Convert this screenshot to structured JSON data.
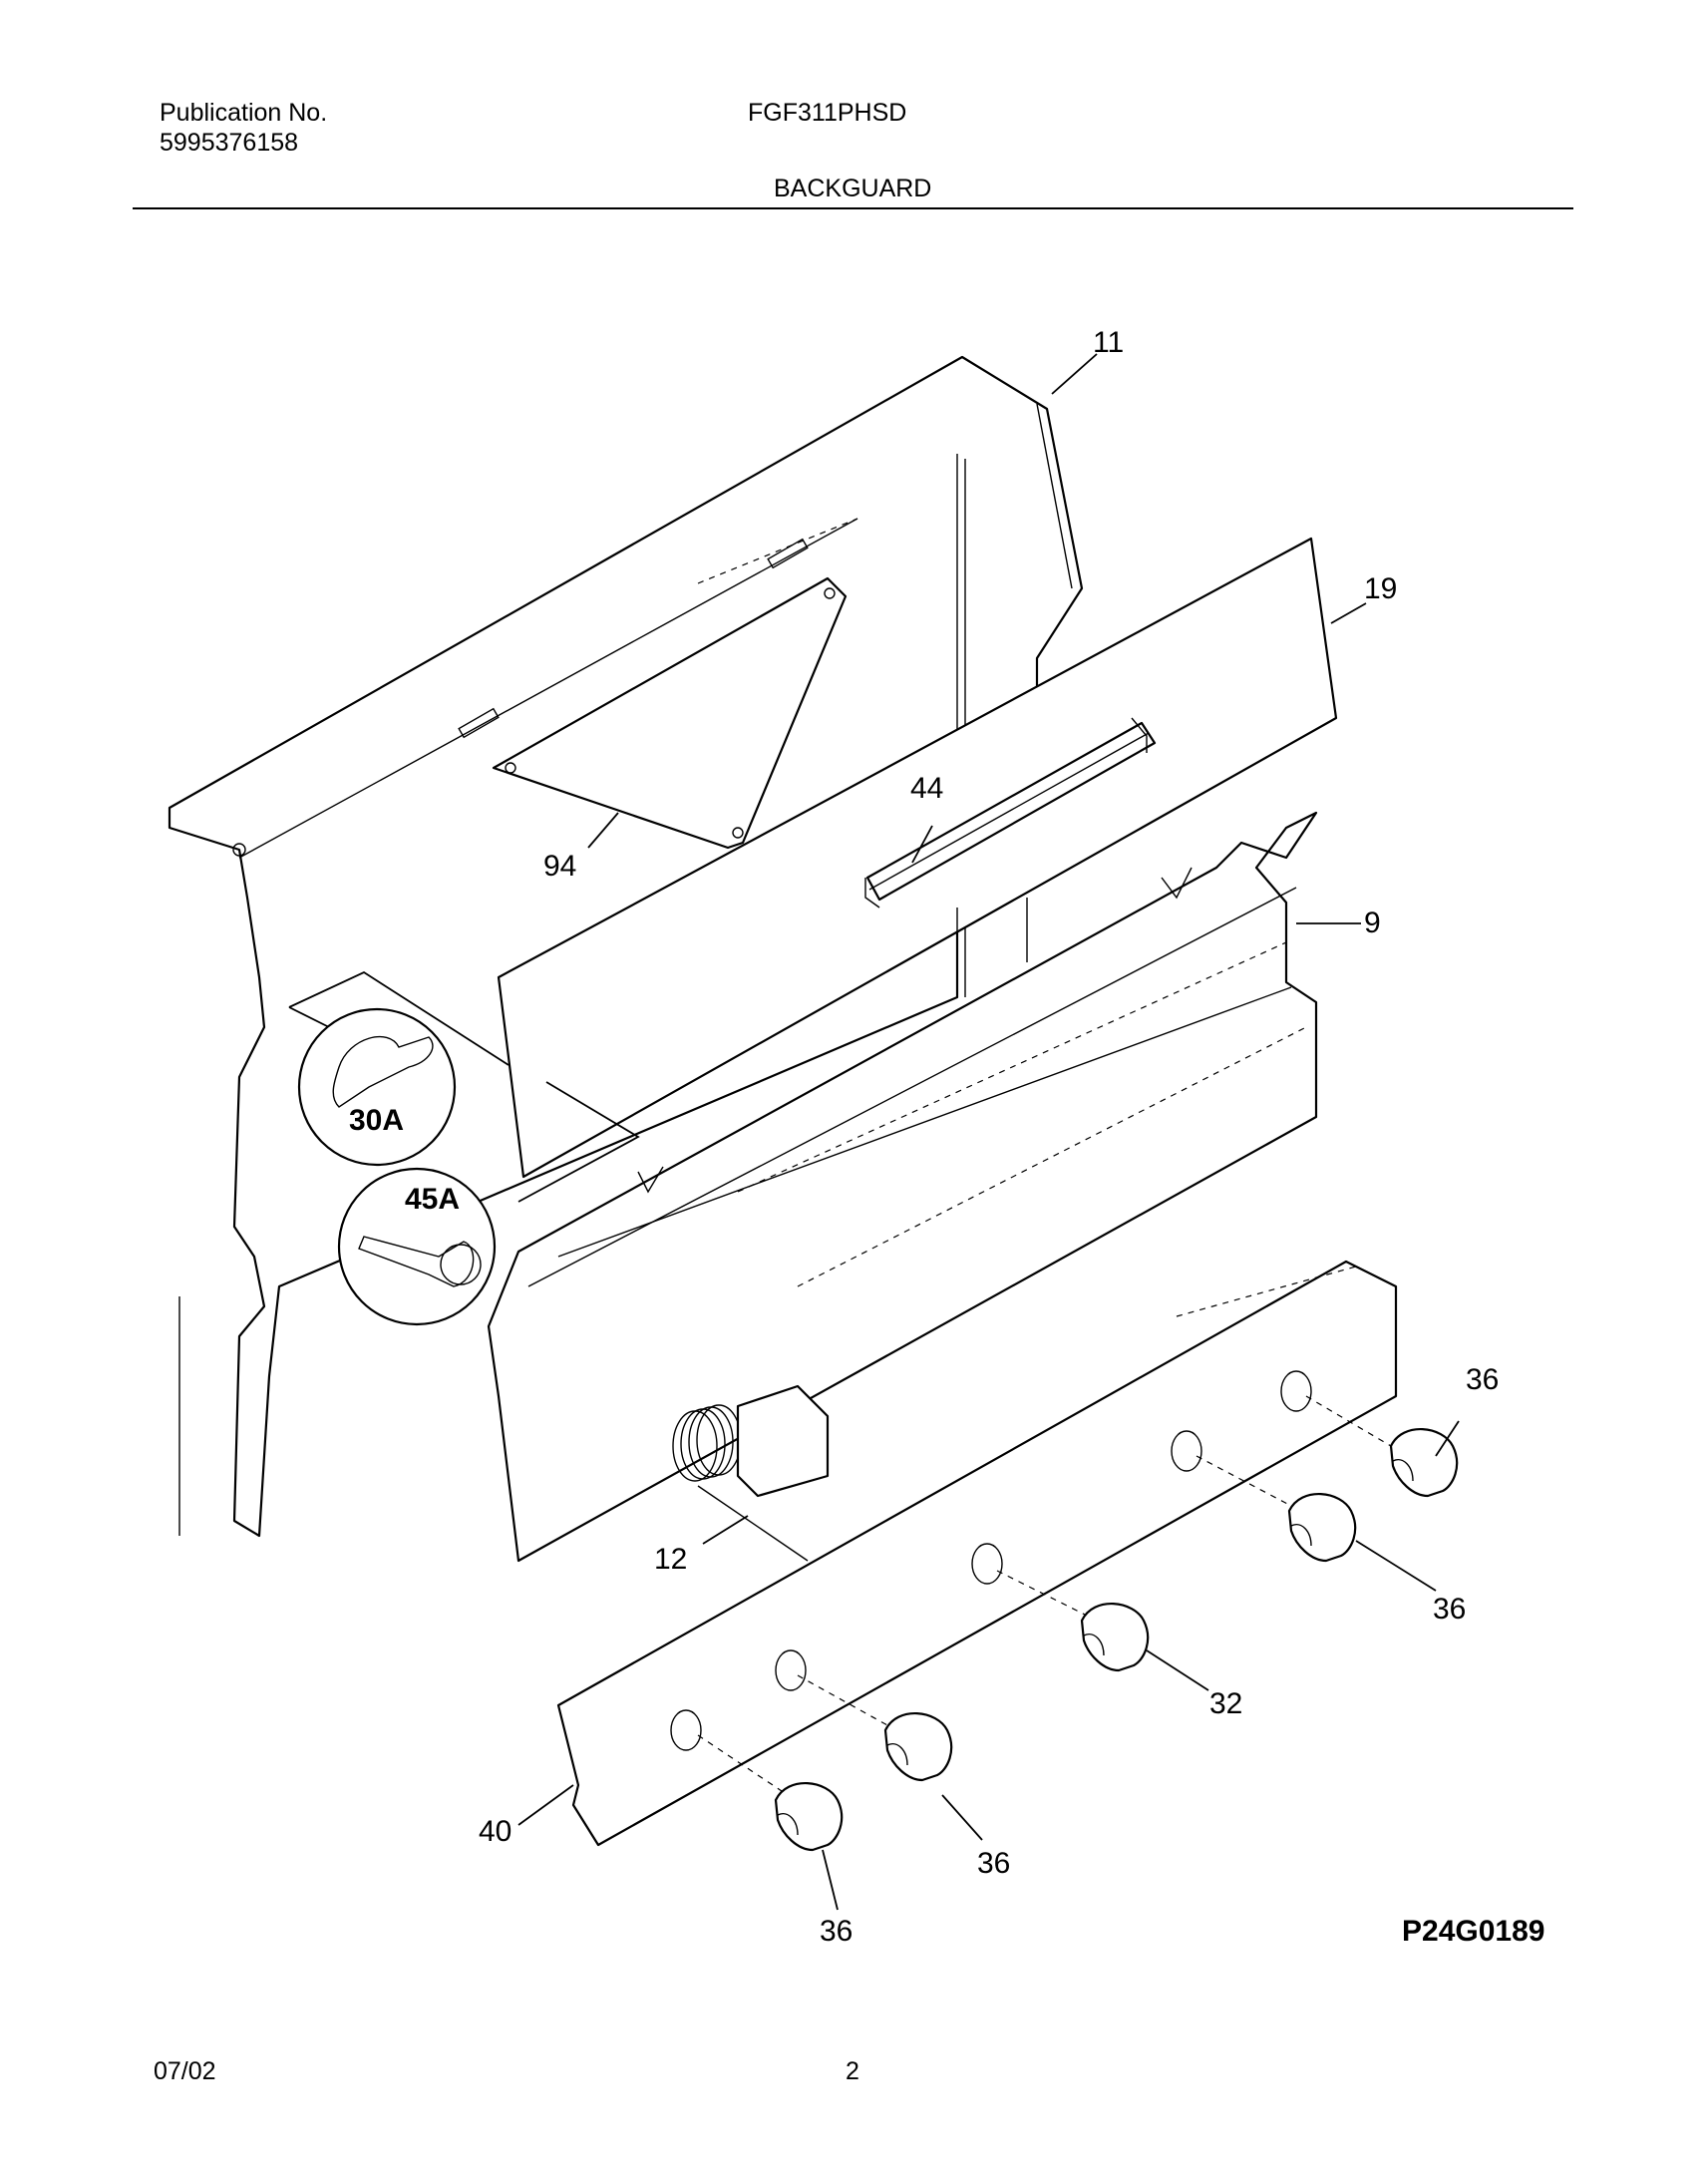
{
  "header": {
    "publication_label": "Publication No.",
    "publication_number": "5995376158",
    "model": "FGF311PHSD",
    "section": "BACKGUARD"
  },
  "diagram": {
    "callouts": [
      "11",
      "19",
      "44",
      "94",
      "9",
      "30A",
      "45A",
      "12",
      "36",
      "36",
      "32",
      "36",
      "36",
      "40"
    ],
    "drawing_number": "P24G0189"
  },
  "footer": {
    "date": "07/02",
    "page": "2"
  }
}
